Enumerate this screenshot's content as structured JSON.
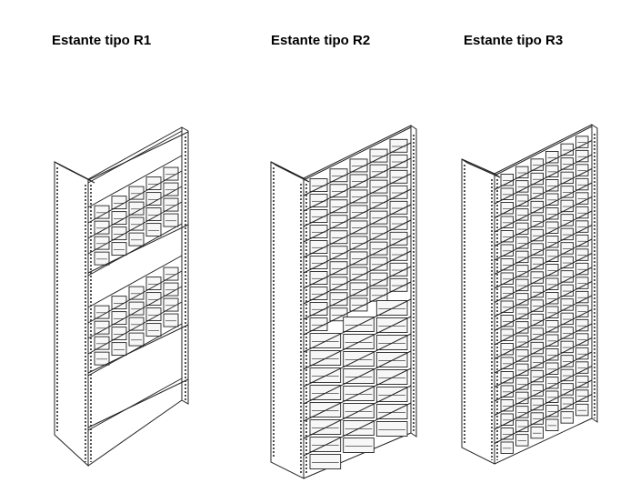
{
  "titles": {
    "r1": "Estante tipo R1",
    "r2": "Estante tipo R2",
    "r3": "Estante tipo R3"
  },
  "colors": {
    "line": "#222222",
    "bin_fill": "#f7f7f7",
    "background": "#ffffff"
  }
}
